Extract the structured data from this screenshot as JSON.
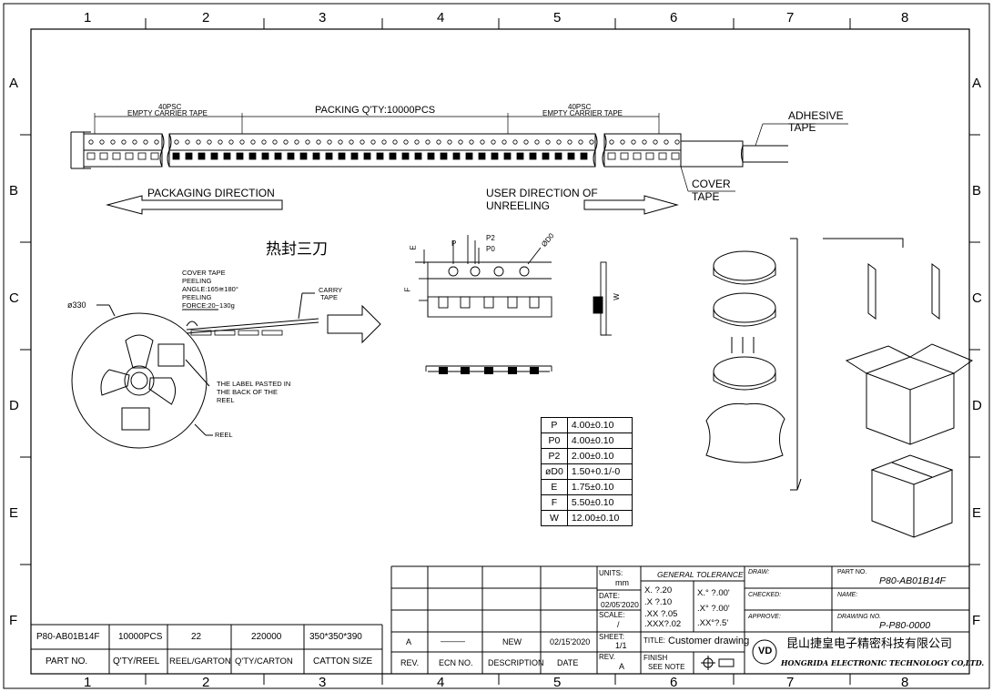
{
  "frame": {
    "cols": [
      "1",
      "2",
      "3",
      "4",
      "5",
      "6",
      "7",
      "8"
    ],
    "rows": [
      "A",
      "B",
      "C",
      "D",
      "E",
      "F"
    ]
  },
  "tape": {
    "empty_left": "40PSC\nEMPTY CARRIER TAPE",
    "empty_left_l1": "40PSC",
    "empty_left_l2": "EMPTY CARRIER TAPE",
    "packing": "PACKING Q'TY:10000PCS",
    "empty_right_l1": "40PSC",
    "empty_right_l2": "EMPTY CARRIER TAPE",
    "adhesive_l1": "ADHESIVE",
    "adhesive_l2": "TAPE",
    "cover_l1": "COVER",
    "cover_l2": "TAPE",
    "packaging_direction": "PACKAGING DIRECTION",
    "user_direction_l1": "USER DIRECTION OF",
    "user_direction_l2": "UNREELING"
  },
  "reel": {
    "heat_seal": "热封三刀",
    "diameter": "ø330",
    "peel_l1": "COVER TAPE",
    "peel_l2": "PEELING",
    "peel_l3": "ANGLE:165≅180°",
    "peel_l4": "PEELING",
    "peel_l5": "FORCE:20~130g",
    "carry_l1": "CARRY",
    "carry_l2": "TAPE",
    "label_l1": "THE LABEL PASTED IN",
    "label_l2": "THE BACK OF THE",
    "label_l3": "REEL",
    "reel": "REEL"
  },
  "dims": {
    "E": "E",
    "P": "P",
    "P2": "P2",
    "P0": "P0",
    "D0": "ØD0",
    "F": "F",
    "W": "W"
  },
  "spec_table": [
    {
      "key": "P",
      "value": "4.00±0.10"
    },
    {
      "key": "P0",
      "value": "4.00±0.10"
    },
    {
      "key": "P2",
      "value": "2.00±0.10"
    },
    {
      "key": "øD0",
      "value": "1.50+0.1/-0"
    },
    {
      "key": "E",
      "value": "1.75±0.10"
    },
    {
      "key": "F",
      "value": "5.50±0.10"
    },
    {
      "key": "W",
      "value": "12.00±0.10"
    }
  ],
  "bom": {
    "values": [
      "P80-AB01B14F",
      "10000PCS",
      "22",
      "220000",
      "350*350*390"
    ],
    "headers": [
      "PART NO.",
      "Q'TY/REEL",
      "REEL/GARTON",
      "Q'TY/CARTON",
      "CATTON SIZE"
    ]
  },
  "revision": {
    "rev": "A",
    "ecn": "———",
    "desc": "NEW",
    "date": "02/15'2020",
    "h_rev": "REV.",
    "h_ecn": "ECN NO.",
    "h_desc": "DESCRIPTION",
    "h_date": "DATE"
  },
  "title_block": {
    "units_label": "UNITS:",
    "units": "mm",
    "date_label": "DATE:",
    "date": "02/05'2020",
    "scale_label": "SCALE:",
    "scale": "/",
    "sheet_label": "SHEET:",
    "sheet": "1/1",
    "rev_label": "REV.",
    "rev": "A",
    "tol_title": "GENERAL TOLERANCE",
    "tol_1": "X.  ?.20",
    "tol_2": ".X  ?.10",
    "tol_3": ".XX ?.05",
    "tol_4": ".XXX?.02",
    "tol_5": "X.° ?.00'",
    "tol_6": ".X° ?.00'",
    "tol_7": ".XX°?.5'",
    "title_label": "TITLE:",
    "title": "Customer drawing",
    "finish_l1": "FINISH",
    "finish_l2": "SEE NOTE",
    "draw": "DRAW:",
    "checked": "CHECKED:",
    "approve": "APPROVE:",
    "part_no_label": "PART NO.",
    "part_no": "P80-AB01B14F",
    "name_label": "NAME:",
    "drawing_no_label": "DRAWING NO.",
    "drawing_no": "P-P80-0000",
    "company_cn": "昆山捷皇电子精密科技有限公司",
    "company_en": "HONGRIDA ELECTRONIC TECHNOLOGY CO,LTD."
  }
}
